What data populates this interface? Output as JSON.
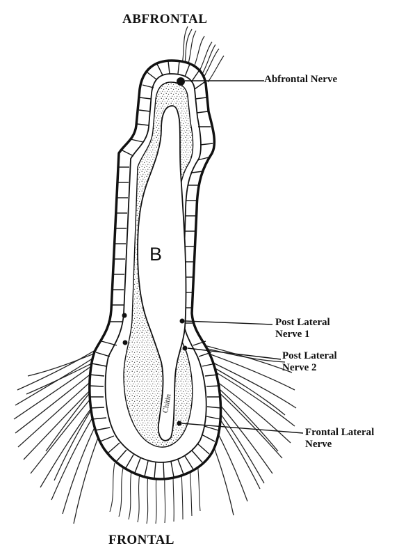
{
  "labels": {
    "abfrontal": "ABFRONTAL",
    "frontal": "FRONTAL",
    "abfrontal_nerve": "Abfrontal Nerve",
    "post_lateral_nerve_1": {
      "line1": "Post Lateral",
      "line2": "Nerve 1"
    },
    "post_lateral_nerve_2": {
      "line1": "Post Lateral",
      "line2": "Nerve 2"
    },
    "frontal_lateral_nerve": {
      "line1": "Frontal Lateral",
      "line2": "Nerve"
    },
    "region_b": "B",
    "chitin": "Chitin"
  }
}
